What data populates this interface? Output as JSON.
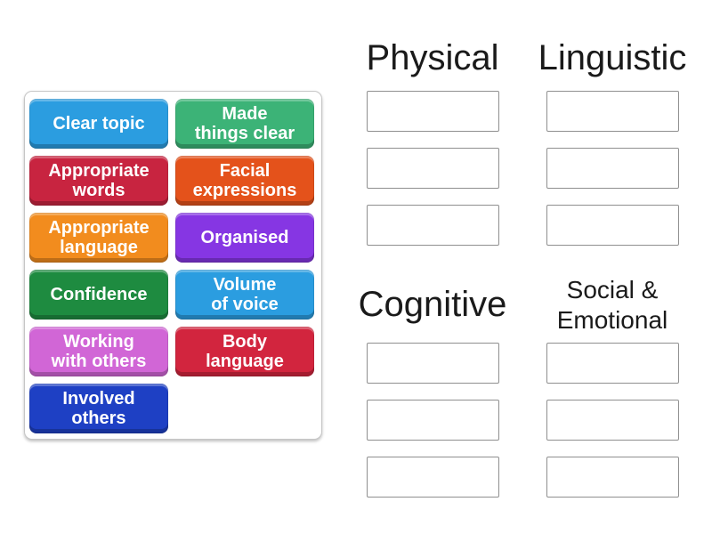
{
  "tiles": [
    {
      "label": "Clear topic",
      "color": "#2b9de0"
    },
    {
      "label": "Made\nthings clear",
      "color": "#3cb377"
    },
    {
      "label": "Appropriate\nwords",
      "color": "#c82440"
    },
    {
      "label": "Facial\nexpressions",
      "color": "#e4521b"
    },
    {
      "label": "Appropriate\nlanguage",
      "color": "#f28c1e"
    },
    {
      "label": "Organised",
      "color": "#8636e3"
    },
    {
      "label": "Confidence",
      "color": "#1e8b40"
    },
    {
      "label": "Volume\nof voice",
      "color": "#2b9de0"
    },
    {
      "label": "Working\nwith others",
      "color": "#d166d6"
    },
    {
      "label": "Body\nlanguage",
      "color": "#d2253e"
    },
    {
      "label": "Involved\nothers",
      "color": "#1e40c4"
    }
  ],
  "groups": [
    {
      "name": "Physical"
    },
    {
      "name": "Linguistic"
    },
    {
      "name": "Cognitive"
    },
    {
      "name": "Social & Emotional"
    }
  ],
  "ui_colors": {
    "header_text": "#1a1a1a",
    "tray_border": "#c6c6c6",
    "slot_border": "#8f8f8f",
    "background": "#ffffff",
    "tile_text": "#ffffff"
  }
}
